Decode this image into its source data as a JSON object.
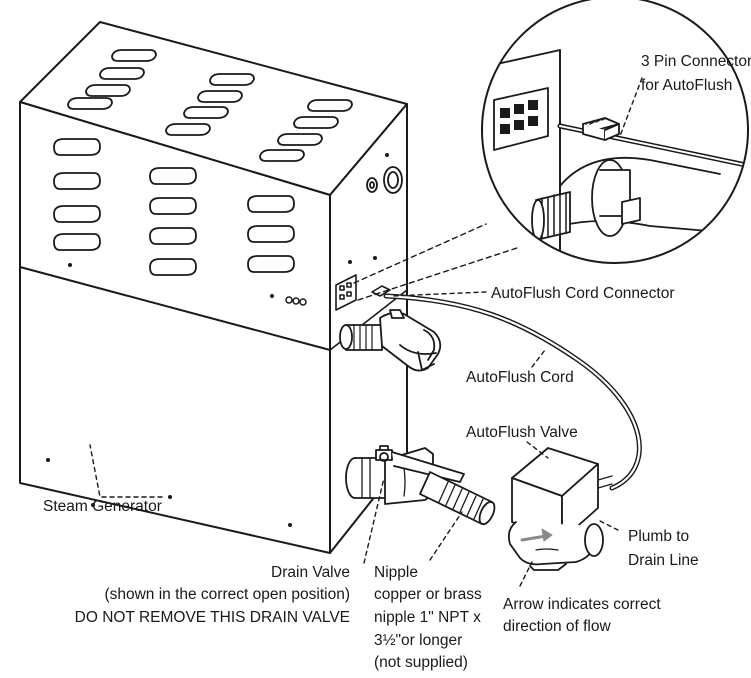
{
  "labels": {
    "pin_connector": [
      "3 Pin Connector",
      "for AutoFlush"
    ],
    "cord_connector": "AutoFlush Cord Connector",
    "cord": "AutoFlush Cord",
    "valve": "AutoFlush Valve",
    "steam_generator": "Steam Generator",
    "plumb": [
      "Plumb to",
      "Drain Line"
    ],
    "drain_valve": [
      "Drain Valve",
      "(shown in the correct open position)",
      "DO NOT REMOVE THIS DRAIN VALVE"
    ],
    "nipple": [
      "Nipple",
      "copper or brass",
      "nipple 1\" NPT x",
      "3½\"or longer",
      "(not supplied)"
    ],
    "arrow": [
      "Arrow indicates correct",
      "direction of flow"
    ]
  },
  "colors": {
    "line": "#1a1a1a",
    "fill": "#ffffff",
    "shade": "#d9d9d9",
    "arrow": "#8a8a8a"
  },
  "icons": [
    "magnifier-detail-circle",
    "flow-direction-arrow",
    "slot-vent",
    "threaded-fitting"
  ]
}
